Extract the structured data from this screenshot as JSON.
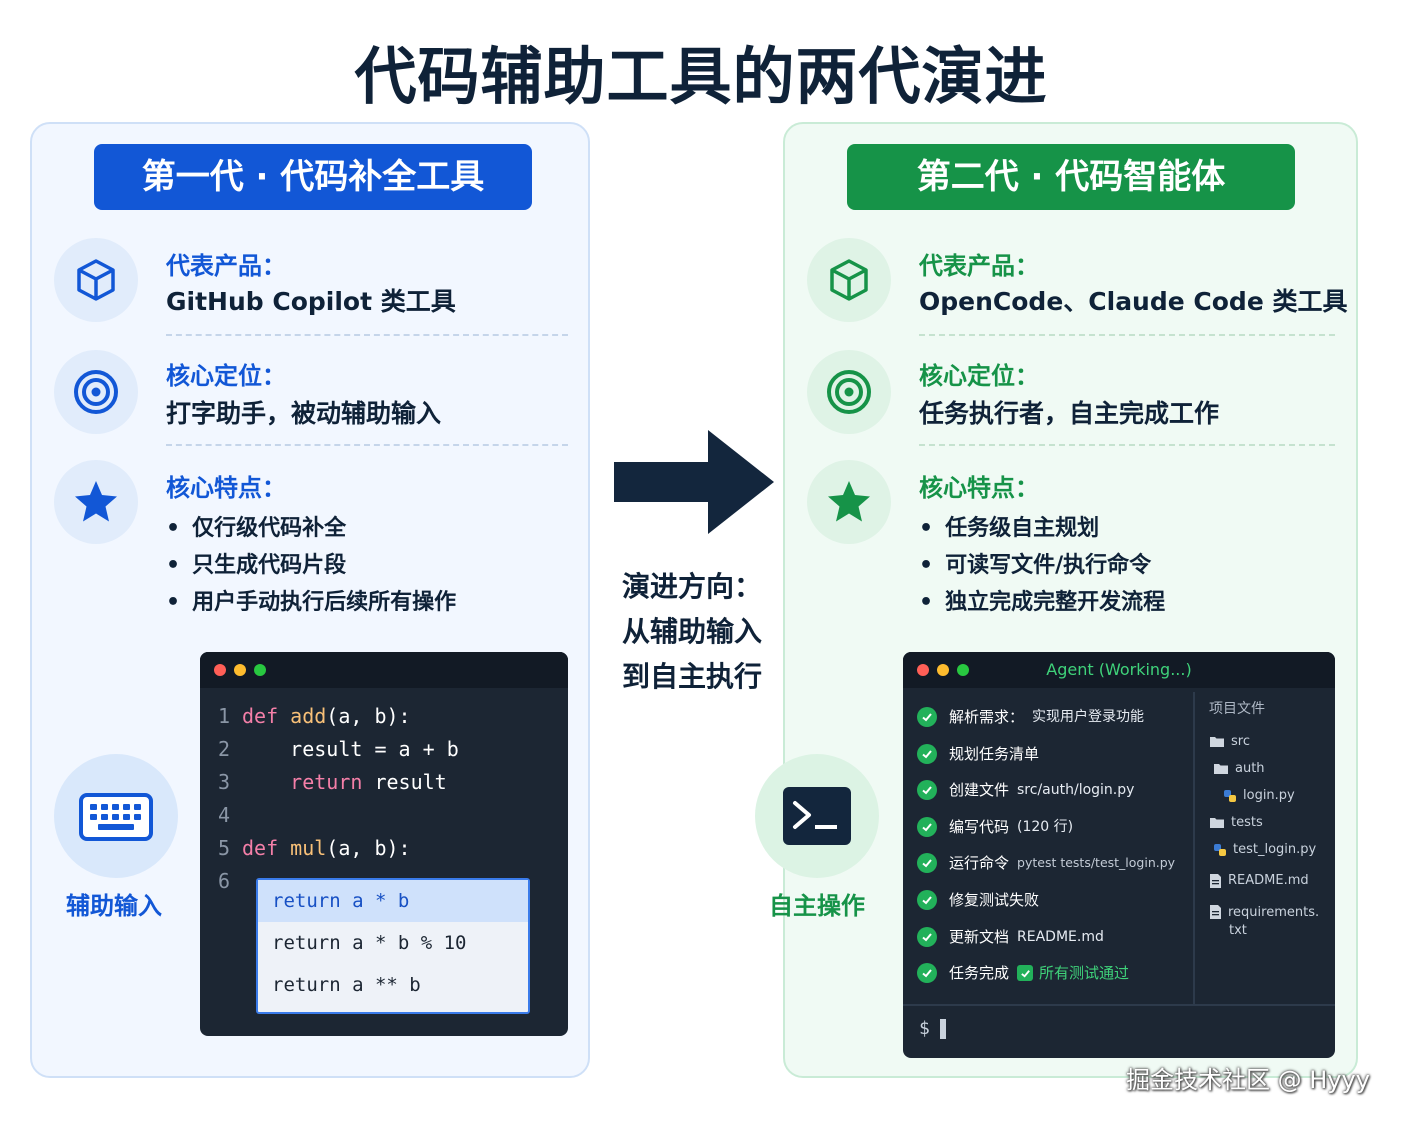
{
  "title": "代码辅助工具的两代演进",
  "left": {
    "header": "第一代 · 代码补全工具",
    "product_label": "代表产品：",
    "product_value": "GitHub Copilot 类工具",
    "role_label": "核心定位：",
    "role_value": "打字助手，被动辅助输入",
    "features_label": "核心特点：",
    "features": [
      "仅行级代码补全",
      "只生成代码片段",
      "用户手动执行后续所有操作"
    ],
    "side_label": "辅助输入",
    "code": {
      "lines": [
        "1",
        "2",
        "3",
        "4",
        "5",
        "6"
      ],
      "l1_kw": "def",
      "l1_fn": "add",
      "l1_tx": "(a, b):",
      "l2_tx": "result = a + b",
      "l3_kw": "return",
      "l3_tx": " result",
      "l5_kw": "def",
      "l5_fn": "mul",
      "l5_tx": "(a, b):",
      "suggestions": [
        "return a * b",
        "return a * b % 10",
        "return a ** b"
      ]
    }
  },
  "middle": {
    "lines": [
      "演进方向：",
      "从辅助输入",
      "到自主执行"
    ]
  },
  "right": {
    "header": "第二代 · 代码智能体",
    "product_label": "代表产品：",
    "product_value": "OpenCode、Claude Code 类工具",
    "role_label": "核心定位：",
    "role_value": "任务执行者，自主完成工作",
    "features_label": "核心特点：",
    "features": [
      "任务级自主规划",
      "可读写文件/执行命令",
      "独立完成完整开发流程"
    ],
    "side_label": "自主操作",
    "terminal": {
      "title": "Agent (Working...)",
      "steps": [
        {
          "label": "解析需求：",
          "detail": "实现用户登录功能"
        },
        {
          "label": "规划任务清单",
          "detail": ""
        },
        {
          "label": "创建文件",
          "detail": "src/auth/login.py"
        },
        {
          "label": "编写代码",
          "detail": "(120 行)"
        },
        {
          "label": "运行命令",
          "detail": "pytest tests/test_login.py"
        },
        {
          "label": "修复测试失败",
          "detail": ""
        },
        {
          "label": "更新文档",
          "detail": "README.md"
        },
        {
          "label": "任务完成",
          "detail": "所有测试通过"
        }
      ],
      "prompt": "$",
      "files_title": "项目文件",
      "files": [
        "src",
        "auth",
        "login.py",
        "tests",
        "test_login.py",
        "README.md",
        "requirements.",
        "txt"
      ]
    }
  },
  "watermark": "掘金技术社区 @ Hyyy",
  "colors": {
    "left_accent": "#1257d6",
    "right_accent": "#169348",
    "dark": "#0f2238",
    "editor_bg": "#1c2633"
  }
}
